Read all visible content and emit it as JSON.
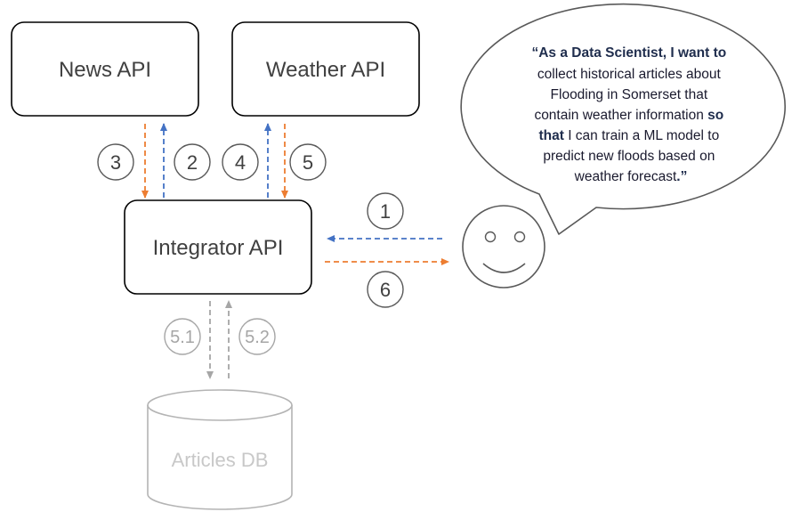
{
  "boxes": {
    "news_api": "News API",
    "weather_api": "Weather API",
    "integrator_api": "Integrator API",
    "articles_db": "Articles DB"
  },
  "steps": {
    "s1": "1",
    "s2": "2",
    "s3": "3",
    "s4": "4",
    "s5": "5",
    "s6": "6",
    "s5_1": "5.1",
    "s5_2": "5.2"
  },
  "speech": {
    "line1": "“As a Data Scientist, I want to",
    "line2": "collect historical articles about",
    "line3": "Flooding in Somerset that",
    "line4_a": "contain weather information ",
    "line4_b": "so",
    "line5_a": "that",
    "line5_b": " I can train a ML model to",
    "line6": "predict new floods based on",
    "line7_a": "weather forecast",
    "line7_b": ".”"
  },
  "colors": {
    "request_arrow": "#4472c4",
    "response_arrow": "#ed7d31",
    "db_arrow": "#a6a6a6",
    "box_border": "#000000",
    "db_outline": "#b4b4b4",
    "speech_outline": "#595959"
  }
}
